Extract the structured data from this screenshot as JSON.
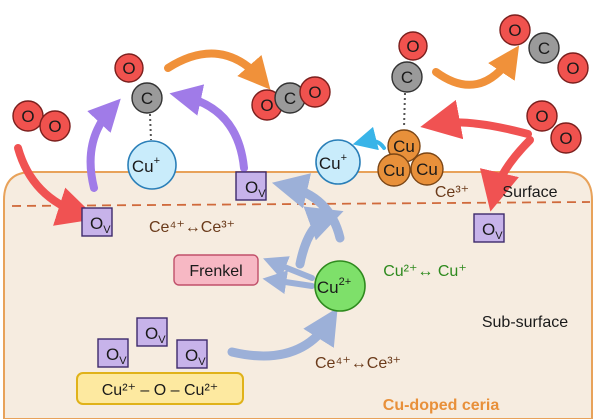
{
  "labels": {
    "surface": "Surface",
    "sub_surface": "Sub-surface",
    "material": "Cu-doped ceria",
    "frenkel": "Frenkel",
    "ce_redox_top": "Ce⁴⁺↔Ce³⁺",
    "ce_redox_bottom": "Ce⁴⁺↔Ce³⁺",
    "cu_redox": "Cu²⁺↔ Cu⁺",
    "ce3": "Ce³⁺",
    "cu_o_cu": "Cu²⁺ – O – Cu²⁺",
    "cu_plus": "Cu",
    "cu_plus_sup": "+",
    "cu2": "Cu",
    "cu2_sup": "2+",
    "ov": "O",
    "ov_sub": "V",
    "o": "O",
    "c": "C",
    "cu": "Cu"
  },
  "colors": {
    "bulk_fill": "#f6ece0",
    "surface_line": "#e8a25a",
    "oxygen": "#f0524e",
    "carbon": "#9a9a9a",
    "copper_cluster": "#e8903a",
    "cu_plus_ion": "#c9ecfb",
    "cu2_ion": "#7ee06a",
    "vacancy": "#c7b3ea",
    "frenkel_box": "#f7b8c4",
    "cuocu_box": "#fde9a0",
    "arrow_red": "#f05252",
    "arrow_purple": "#a07be8",
    "arrow_orange": "#f0913a",
    "arrow_blue": "#9cb0d8",
    "arrow_cyan": "#39b4e8",
    "label_text": "#6b3b1b",
    "cu_redox_text": "#2e8a1e",
    "material_text": "#e8903a"
  }
}
